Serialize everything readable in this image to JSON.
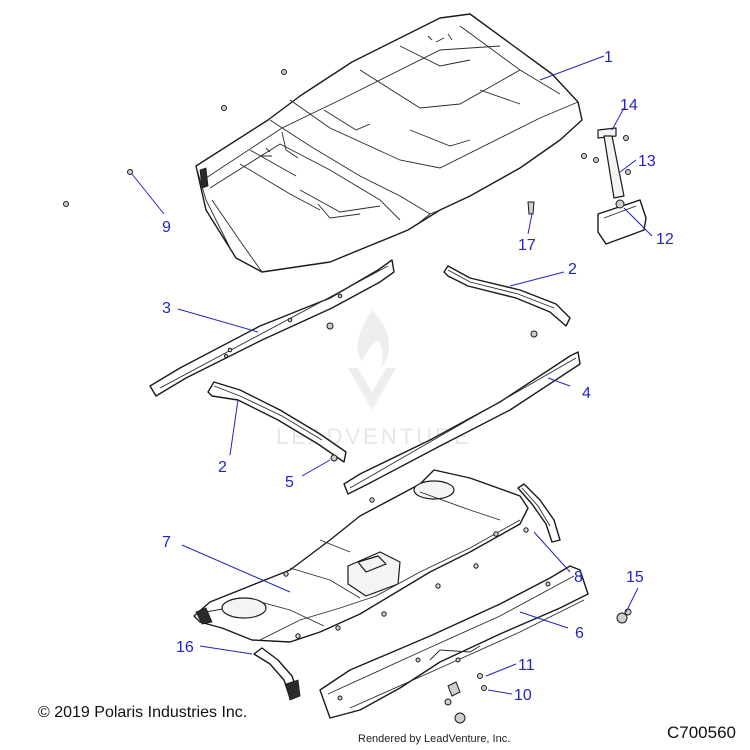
{
  "watermark": {
    "text": "LEADVENTURE"
  },
  "footer": {
    "copyright": "© 2019 Polaris Industries Inc.",
    "code": "C700560",
    "rendered_by": "Rendered by LeadVenture, Inc."
  },
  "callouts": {
    "c1": "1",
    "c2a": "2",
    "c2b": "2",
    "c3": "3",
    "c4": "4",
    "c5": "5",
    "c6": "6",
    "c7": "7",
    "c8": "8",
    "c9": "9",
    "c10": "10",
    "c11": "11",
    "c12": "12",
    "c13": "13",
    "c14": "14",
    "c15": "15",
    "c16": "16",
    "c17": "17"
  },
  "colors": {
    "callout": "#2323c8",
    "line": "#1a1a1a"
  }
}
